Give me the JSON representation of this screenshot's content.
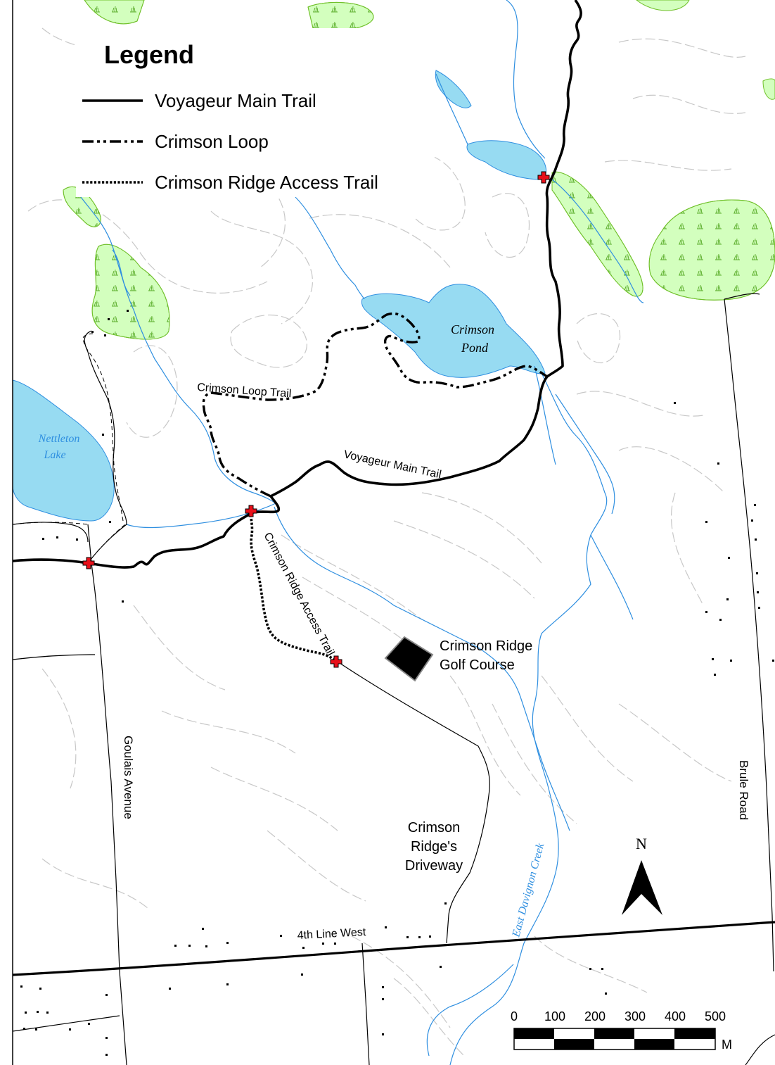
{
  "legend": {
    "title": "Legend",
    "items": [
      {
        "label": "Voyageur Main Trail",
        "style": "solid"
      },
      {
        "label": "Crimson Loop",
        "style": "dash-dot"
      },
      {
        "label": "Crimson Ridge Access Trail",
        "style": "dotted"
      }
    ]
  },
  "labels": {
    "crimson_pond_1": "Crimson",
    "crimson_pond_2": "Pond",
    "nettleton_1": "Nettleton",
    "nettleton_2": "Lake",
    "loop_trail": "Crimson Loop Trail",
    "main_trail": "Voyageur Main Trail",
    "access_trail": "Crimson Ridge Access Trail",
    "golf_1": "Crimson Ridge",
    "golf_2": "Golf Course",
    "goulais": "Goulais Avenue",
    "brule": "Brule Road",
    "driveway_1": "Crimson",
    "driveway_2": "Ridge's",
    "driveway_3": "Driveway",
    "creek": "East Davignon Creek",
    "fourth_line": "4th Line West",
    "north": "N"
  },
  "scale_bar": {
    "ticks": [
      "0",
      "100",
      "200",
      "300",
      "400",
      "500"
    ],
    "unit": "M"
  },
  "colors": {
    "water": "#97dbf2",
    "stream": "#2f8fe0",
    "wetland": "#d3ffbe",
    "wetland_edge": "#70c02a",
    "contour": "#c8c8c8",
    "trail": "#000000",
    "marker": "#e8101a"
  }
}
